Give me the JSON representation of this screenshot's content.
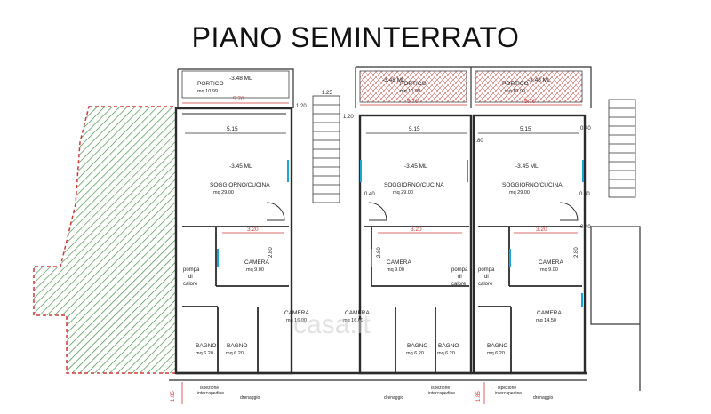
{
  "title": "PIANO SEMINTERRATO",
  "watermark": "casa.it",
  "colors": {
    "wall": "#2b2b2b",
    "garden_hatch": "#3a8a3a",
    "garden_border": "#d23a3a",
    "dimension_red": "#d23a3a",
    "porch_hatch": "#c05050",
    "cyan_marks": "#1aa7d8"
  },
  "units": [
    {
      "porch": {
        "label": "PORTICO",
        "area": "mq 10.99",
        "level": "-3.48 ML",
        "width": "5.70"
      },
      "living": {
        "label": "SOGGIORNO/CUCINA",
        "area": "mq 29.00",
        "level": "-3.45 ML",
        "width": "5.15"
      },
      "bedroom_small": {
        "label": "CAMERA",
        "area": "mq 9.00",
        "width": "3.20",
        "depth": "2.80"
      },
      "bedroom_large": {
        "label": "CAMERA",
        "area": "mq 16.00"
      },
      "bathroom_a": {
        "label": "BAGNO",
        "area": "mq 6.20"
      },
      "bathroom_b": {
        "label": "BAGNO",
        "area": "mq 6.20"
      },
      "heat_pump": "pompa di calore"
    },
    {
      "porch": {
        "label": "PORTICO",
        "area": "mq 10.99",
        "level": "-3.48 ML",
        "width": "5.70"
      },
      "living": {
        "label": "SOGGIORNO/CUCINA",
        "area": "mq 29.00",
        "level": "-3.45 ML",
        "width": "5.15"
      },
      "bedroom_small": {
        "label": "CAMERA",
        "area": "mq 9.00",
        "width": "3.20",
        "depth": "2.80"
      },
      "bedroom_large": {
        "label": "CAMERA",
        "area": "mq 16.00"
      },
      "bathroom_a": {
        "label": "BAGNO",
        "area": "mq 6.20"
      },
      "bathroom_b": {
        "label": "BAGNO",
        "area": "mq 6.20"
      },
      "heat_pump": "pompa di calore"
    },
    {
      "porch": {
        "label": "PORTICO",
        "area": "mq 10.99",
        "level": "-3.48 ML",
        "width": "5.70"
      },
      "living": {
        "label": "SOGGIORNO/CUCINA",
        "area": "mq 29.00",
        "level": "-3.45 ML",
        "width": "5.15"
      },
      "bedroom_small": {
        "label": "CAMERA",
        "area": "mq 9.00",
        "width": "3.20",
        "depth": "2.80"
      },
      "bedroom_large": {
        "label": "CAMERA",
        "area": "mq 14.50"
      },
      "bathroom_a": {
        "label": "BAGNO",
        "area": "mq 6.20"
      },
      "heat_pump": "pompa di calore"
    }
  ],
  "dimensions": {
    "stair_width": "1.25",
    "offset_a": "1.20",
    "offset_b": "1.20",
    "offset_c": "0.80",
    "offset_d": "0.40",
    "offset_e": "0.40",
    "offset_f": "0.40",
    "offset_g": "0.40",
    "bottom_a": "1.85",
    "bottom_b": "1.85"
  },
  "footer_notes": [
    {
      "line1": "ispezione",
      "line2": "intercapedine"
    },
    {
      "line1": "ispezione",
      "line2": "intercapedine"
    },
    {
      "line1": "ispezione",
      "line2": "intercapedine"
    }
  ],
  "drainage": [
    "drenaggio",
    "drenaggio",
    "drenaggio"
  ]
}
